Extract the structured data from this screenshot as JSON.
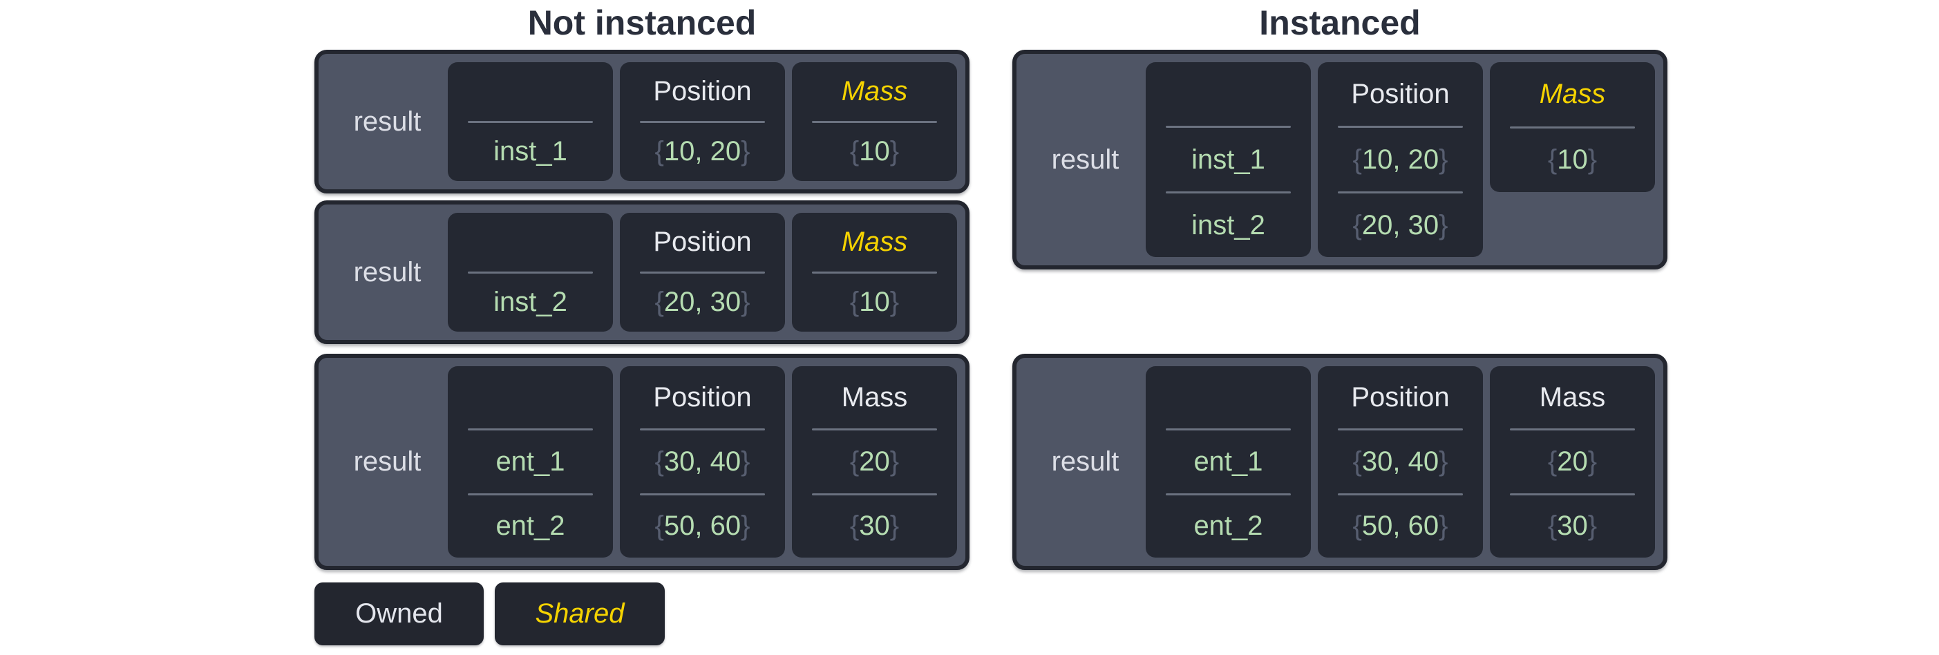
{
  "colors": {
    "title_text": "#2a2f3c",
    "container_background": "#4f5565",
    "container_border": "#23262f",
    "cell_background": "#242832",
    "divider_line": "#6b7280",
    "value_green": "#b5dcb1",
    "brace_gray": "#575e70",
    "owned_header_text": "#e8eaef",
    "shared_yellow": "#f5d300",
    "result_label_text": "#dcdee6",
    "legend_chip_background": "#23262f"
  },
  "sections": [
    {
      "title": "Not instanced",
      "tables": [
        {
          "row_label": "result",
          "columns": [
            {
              "header": "",
              "shared": false,
              "values": [
                {
                  "text": "inst_1",
                  "braces": false
                }
              ]
            },
            {
              "header": "Position",
              "shared": false,
              "values": [
                {
                  "text": "10, 20",
                  "braces": true
                }
              ]
            },
            {
              "header": "Mass",
              "shared": true,
              "values": [
                {
                  "text": "10",
                  "braces": true
                }
              ]
            }
          ]
        },
        {
          "row_label": "result",
          "columns": [
            {
              "header": "",
              "shared": false,
              "values": [
                {
                  "text": "inst_2",
                  "braces": false
                }
              ]
            },
            {
              "header": "Position",
              "shared": false,
              "values": [
                {
                  "text": "20, 30",
                  "braces": true
                }
              ]
            },
            {
              "header": "Mass",
              "shared": true,
              "values": [
                {
                  "text": "10",
                  "braces": true
                }
              ]
            }
          ]
        },
        {
          "row_label": "result",
          "columns": [
            {
              "header": "",
              "shared": false,
              "values": [
                {
                  "text": "ent_1",
                  "braces": false
                },
                {
                  "text": "ent_2",
                  "braces": false
                }
              ]
            },
            {
              "header": "Position",
              "shared": false,
              "values": [
                {
                  "text": "30, 40",
                  "braces": true
                },
                {
                  "text": "50, 60",
                  "braces": true
                }
              ]
            },
            {
              "header": "Mass",
              "shared": false,
              "values": [
                {
                  "text": "20",
                  "braces": true
                },
                {
                  "text": "30",
                  "braces": true
                }
              ]
            }
          ]
        }
      ]
    },
    {
      "title": "Instanced",
      "tables": [
        {
          "row_label": "result",
          "columns": [
            {
              "header": "",
              "shared": false,
              "values": [
                {
                  "text": "inst_1",
                  "braces": false
                },
                {
                  "text": "inst_2",
                  "braces": false
                }
              ]
            },
            {
              "header": "Position",
              "shared": false,
              "values": [
                {
                  "text": "10, 20",
                  "braces": true
                },
                {
                  "text": "20, 30",
                  "braces": true
                }
              ]
            },
            {
              "header": "Mass",
              "shared": true,
              "values": [
                {
                  "text": "10",
                  "braces": true
                }
              ]
            }
          ]
        },
        {
          "row_label": "result",
          "columns": [
            {
              "header": "",
              "shared": false,
              "values": [
                {
                  "text": "ent_1",
                  "braces": false
                },
                {
                  "text": "ent_2",
                  "braces": false
                }
              ]
            },
            {
              "header": "Position",
              "shared": false,
              "values": [
                {
                  "text": "30, 40",
                  "braces": true
                },
                {
                  "text": "50, 60",
                  "braces": true
                }
              ]
            },
            {
              "header": "Mass",
              "shared": false,
              "values": [
                {
                  "text": "20",
                  "braces": true
                },
                {
                  "text": "30",
                  "braces": true
                }
              ]
            }
          ]
        }
      ]
    }
  ],
  "legend": {
    "items": [
      {
        "label": "Owned",
        "style": "owned"
      },
      {
        "label": "Shared",
        "style": "shared"
      }
    ]
  }
}
